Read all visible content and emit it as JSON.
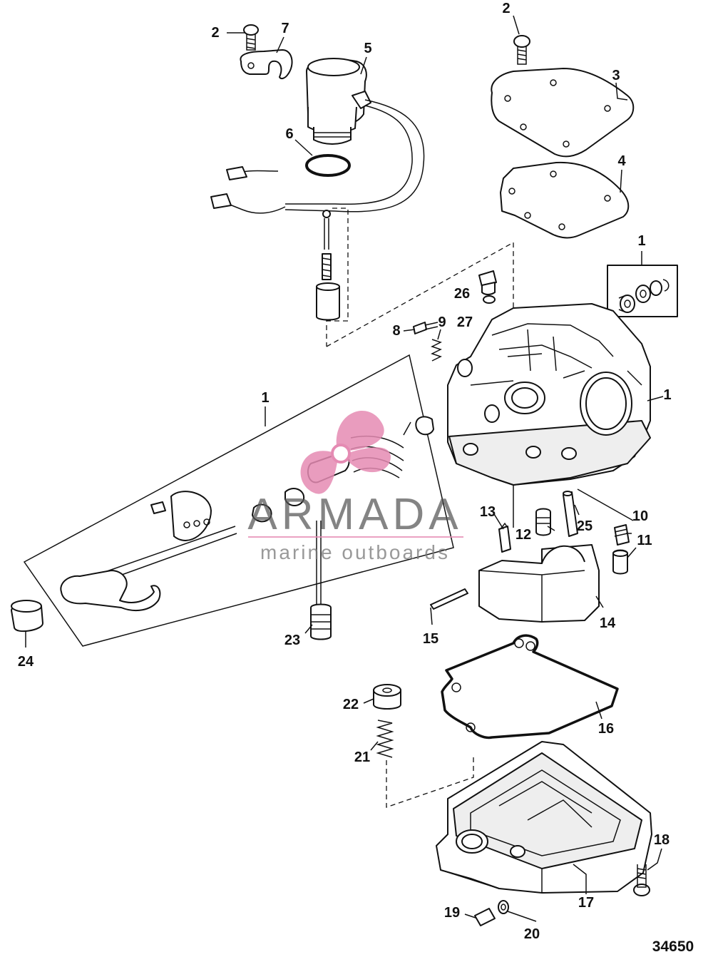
{
  "callouts": {
    "c1": "1",
    "c1b": "1",
    "c1c": "1",
    "c2": "2",
    "c2b": "2",
    "c3": "3",
    "c4": "4",
    "c5": "5",
    "c6": "6",
    "c7": "7",
    "c8": "8",
    "c9": "9",
    "c10": "10",
    "c11": "11",
    "c12": "12",
    "c13": "13",
    "c14": "14",
    "c15": "15",
    "c16": "16",
    "c17": "17",
    "c18": "18",
    "c19": "19",
    "c20": "20",
    "c21": "21",
    "c22": "22",
    "c23": "23",
    "c24": "24",
    "c25": "25",
    "c26": "26",
    "c27": "27"
  },
  "watermark": {
    "brand": "ARMADA",
    "tagline": "marine outboards",
    "logo_icon": "propeller-logo-icon",
    "logo_color": "#e58bb3"
  },
  "diagram_ref": "34650"
}
